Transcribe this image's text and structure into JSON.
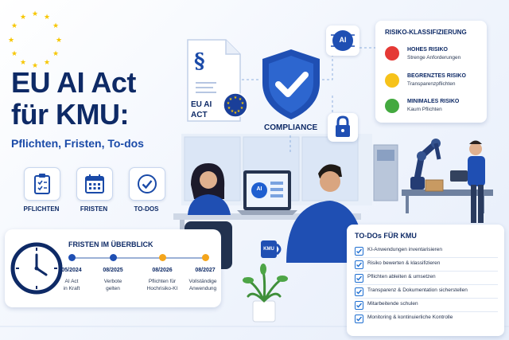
{
  "title": {
    "line1": "EU AI Act",
    "line2": "für KMU:",
    "subtitle": "Pflichten, Fristen, To-dos"
  },
  "icons": [
    {
      "name": "clipboard-icon",
      "label": "PFLICHTEN"
    },
    {
      "name": "calendar-icon",
      "label": "FRISTEN"
    },
    {
      "name": "check-circle-icon",
      "label": "TO-DOS"
    }
  ],
  "document": {
    "symbol": "§",
    "label_line1": "EU AI",
    "label_line2": "ACT"
  },
  "shield": {
    "label": "COMPLIANCE",
    "chip_label": "AI"
  },
  "risk": {
    "title": "RISIKO-KLASSIFIZIERUNG",
    "items": [
      {
        "title": "HOHES RISIKO",
        "subtitle": "Strenge Anforderungen",
        "color": "#e53935"
      },
      {
        "title": "BEGRENZTES RISIKO",
        "subtitle": "Transparenzpflichten",
        "color": "#f6c21a"
      },
      {
        "title": "MINIMALES RISIKO",
        "subtitle": "Kaum Pflichten",
        "color": "#43a93f"
      }
    ]
  },
  "timeline": {
    "title": "FRISTEN IM ÜBERBLICK",
    "milestones": [
      {
        "date": "05/2024",
        "line1": "AI Act",
        "line2": "in Kraft",
        "color": "#1f4fb3"
      },
      {
        "date": "08/2025",
        "line1": "Verbote",
        "line2": "gelten",
        "color": "#1f4fb3"
      },
      {
        "date": "08/2026",
        "line1": "Pflichten für",
        "line2": "Hochrisiko-KI",
        "color": "#f4a51c"
      },
      {
        "date": "08/2027",
        "line1": "Vollständige",
        "line2": "Anwendung",
        "color": "#f4a51c"
      }
    ]
  },
  "scene": {
    "screen_chip": "AI",
    "mug_label": "KMU"
  },
  "todo": {
    "title": "TO-DOs FÜR KMU",
    "items": [
      "KI-Anwendungen inventarisieren",
      "Risiko bewerten & klassifizieren",
      "Pflichten ableiten & umsetzen",
      "Transparenz & Dokumentation sicherstellen",
      "Mitarbeitende schulen",
      "Monitoring & kontinuierliche Kontrolle"
    ]
  },
  "colors": {
    "navy": "#0e2a66",
    "brand_blue": "#1a4aa8",
    "eu_yellow": "#f7c600"
  }
}
